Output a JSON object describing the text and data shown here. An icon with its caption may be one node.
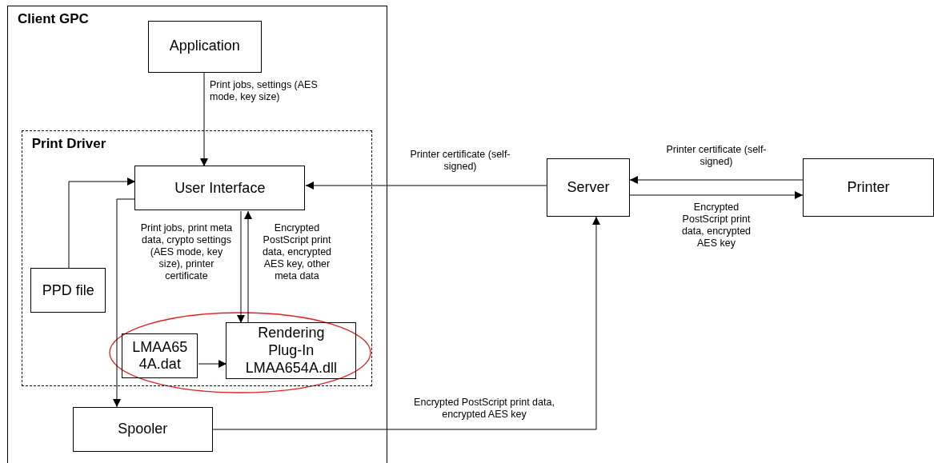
{
  "diagram": {
    "nodes": [
      {
        "text": [
          "Client GPC"
        ]
      },
      {
        "text": [
          "Application"
        ],
        "in": 0
      },
      {
        "text": [
          "Print Driver"
        ],
        "in": 0
      },
      {
        "text": [
          "User Interface"
        ],
        "in": 2
      },
      {
        "text": [
          "PPD file"
        ],
        "in": 2
      },
      {
        "text": [
          "LMAA654A.dat"
        ],
        "in": 2
      },
      {
        "text": [
          "Rendering Plug-In LMAA654A.dll"
        ],
        "in": 2
      },
      {
        "text": [
          "Spooler"
        ],
        "in": 0
      },
      {
        "text": [
          "Server"
        ]
      },
      {
        "text": [
          "Printer"
        ]
      }
    ],
    "edges": [
      {
        "from": 1,
        "to": 3,
        "arrow": "to",
        "label": "Print jobs, settings (AES mode, key size)"
      },
      {
        "from": 4,
        "to": 3,
        "arrow": "to"
      },
      {
        "from": 3,
        "to": 7,
        "arrow": "to"
      },
      {
        "from": 3,
        "to": 6,
        "arrow": "to",
        "label": "Print jobs, print meta data, crypto settings (AES mode, key size), printer certificate"
      },
      {
        "from": 6,
        "to": 3,
        "arrow": "to",
        "label": "Encrypted PostScript print data, encrypted AES key, other meta data"
      },
      {
        "from": 5,
        "to": 6,
        "arrow": "to"
      },
      {
        "from": 8,
        "to": 3,
        "arrow": "to",
        "label": "Printer certificate (self-signed)"
      },
      {
        "from": 9,
        "to": 8,
        "arrow": "to",
        "label": "Printer certificate (self-signed)"
      },
      {
        "from": 8,
        "to": 9,
        "arrow": "to",
        "label": "Encrypted PostScript print data, encrypted AES key"
      },
      {
        "from": 7,
        "to": 8,
        "arrow": "to",
        "label": "Encrypted PostScript print data, encrypted AES key"
      }
    ]
  }
}
